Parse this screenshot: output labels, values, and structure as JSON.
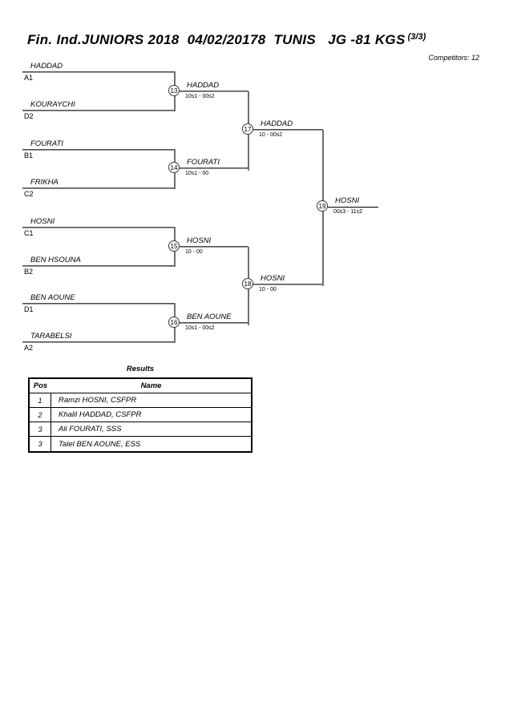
{
  "header": {
    "title": "Fin. Ind.JUNIORS 2018  04/02/20178  TUNIS   JG -81 KGS",
    "page": "(3/3)",
    "competitors": "Competitors: 12"
  },
  "colors": {
    "bracket_line": "#6f6f6f",
    "table_border": "#000000",
    "background": "#ffffff"
  },
  "bracket": {
    "round1": [
      {
        "name": "HADDAD",
        "seed": "A1"
      },
      {
        "name": "KOURAYCHI",
        "seed": "D2"
      },
      {
        "name": "FOURATI",
        "seed": "B1"
      },
      {
        "name": "FRIKHA",
        "seed": "C2"
      },
      {
        "name": "HOSNI",
        "seed": "C1"
      },
      {
        "name": "BEN HSOUNA",
        "seed": "B2"
      },
      {
        "name": "BEN AOUNE",
        "seed": "D1"
      },
      {
        "name": "TARABELSI",
        "seed": "A2"
      }
    ],
    "quarterfinals": [
      {
        "match_no": "13",
        "winner": "HADDAD",
        "score": "10s1 - 00s2"
      },
      {
        "match_no": "14",
        "winner": "FOURATI",
        "score": "10s1 - 00"
      },
      {
        "match_no": "15",
        "winner": "HOSNI",
        "score": "10 - 00"
      },
      {
        "match_no": "16",
        "winner": "BEN AOUNE",
        "score": "10s1 - 00s2"
      }
    ],
    "semifinals": [
      {
        "match_no": "17",
        "winner": "HADDAD",
        "score": "10 - 00s2"
      },
      {
        "match_no": "18",
        "winner": "HOSNI",
        "score": "10 - 00"
      }
    ],
    "final": {
      "match_no": "19",
      "winner": "HOSNI",
      "score": "00s3 - 11s2"
    }
  },
  "results": {
    "title": "Results",
    "columns": [
      "Pos",
      "Name"
    ],
    "rows": [
      {
        "pos": "1",
        "name": "Ramzi HOSNI, CSFPR"
      },
      {
        "pos": "2",
        "name": "Khalil HADDAD, CSFPR"
      },
      {
        "pos": "3",
        "name": "Ali FOURATI, SSS"
      },
      {
        "pos": "3",
        "name": "Talel BEN AOUNE, ESS"
      }
    ]
  }
}
